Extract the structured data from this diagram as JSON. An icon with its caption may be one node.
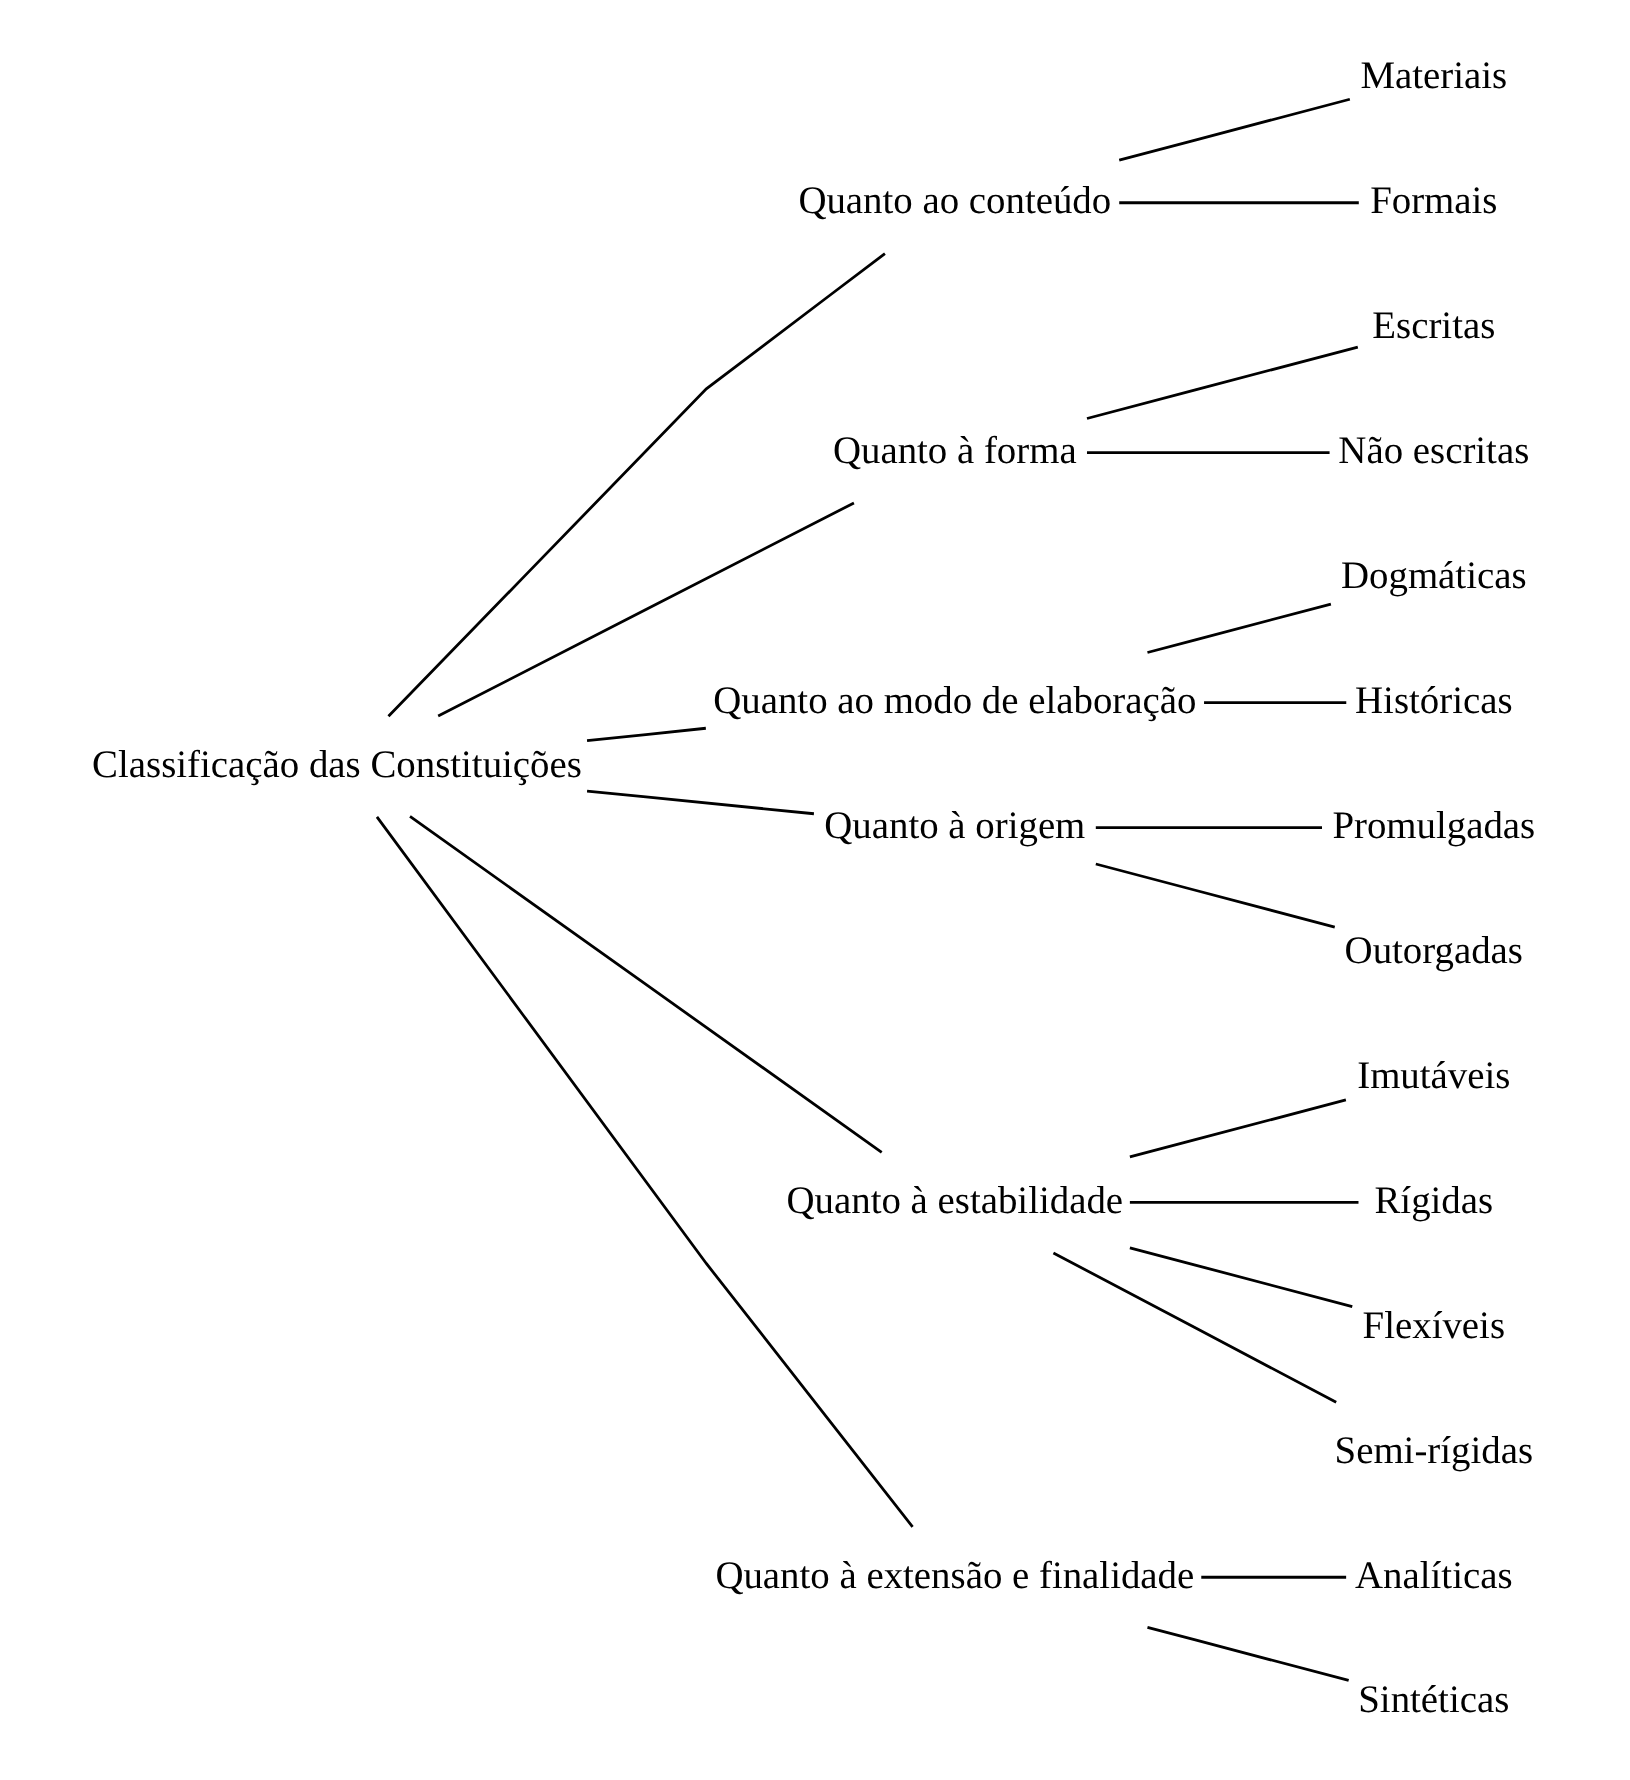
{
  "diagram": {
    "nodes": [
      {
        "text": [
          "Classificação das Constituições"
        ]
      },
      {
        "text": [
          "Quanto ao conteúdo"
        ]
      },
      {
        "text": [
          "Materiais"
        ]
      },
      {
        "text": [
          "Formais"
        ]
      },
      {
        "text": [
          "Quanto à forma"
        ]
      },
      {
        "text": [
          "Escritas"
        ]
      },
      {
        "text": [
          "Não escritas"
        ]
      },
      {
        "text": [
          "Quanto ao modo de elaboração"
        ]
      },
      {
        "text": [
          "Dogmáticas"
        ]
      },
      {
        "text": [
          "Históricas"
        ]
      },
      {
        "text": [
          "Quanto à origem"
        ]
      },
      {
        "text": [
          "Promulgadas"
        ]
      },
      {
        "text": [
          "Outorgadas"
        ]
      },
      {
        "text": [
          "Quanto à estabilidade"
        ]
      },
      {
        "text": [
          "Imutáveis"
        ]
      },
      {
        "text": [
          "Rígidas"
        ]
      },
      {
        "text": [
          "Flexíveis"
        ]
      },
      {
        "text": [
          "Semi-rígidas"
        ]
      },
      {
        "text": [
          "Quanto à extensão e finalidade"
        ]
      },
      {
        "text": [
          "Analíticas"
        ]
      },
      {
        "text": [
          "Sintéticas"
        ]
      }
    ],
    "edges": [
      {
        "from": 0,
        "to": 1,
        "arrow": "none"
      },
      {
        "from": 0,
        "to": 4,
        "arrow": "none"
      },
      {
        "from": 0,
        "to": 7,
        "arrow": "none"
      },
      {
        "from": 0,
        "to": 10,
        "arrow": "none"
      },
      {
        "from": 0,
        "to": 13,
        "arrow": "none"
      },
      {
        "from": 0,
        "to": 18,
        "arrow": "none"
      },
      {
        "from": 1,
        "to": 2,
        "arrow": "none"
      },
      {
        "from": 1,
        "to": 3,
        "arrow": "none"
      },
      {
        "from": 4,
        "to": 5,
        "arrow": "none"
      },
      {
        "from": 4,
        "to": 6,
        "arrow": "none"
      },
      {
        "from": 7,
        "to": 8,
        "arrow": "none"
      },
      {
        "from": 7,
        "to": 9,
        "arrow": "none"
      },
      {
        "from": 10,
        "to": 11,
        "arrow": "none"
      },
      {
        "from": 10,
        "to": 12,
        "arrow": "none"
      },
      {
        "from": 13,
        "to": 14,
        "arrow": "none"
      },
      {
        "from": 13,
        "to": 15,
        "arrow": "none"
      },
      {
        "from": 13,
        "to": 16,
        "arrow": "none"
      },
      {
        "from": 13,
        "to": 17,
        "arrow": "none"
      },
      {
        "from": 18,
        "to": 19,
        "arrow": "none"
      },
      {
        "from": 18,
        "to": 20,
        "arrow": "none"
      }
    ]
  }
}
